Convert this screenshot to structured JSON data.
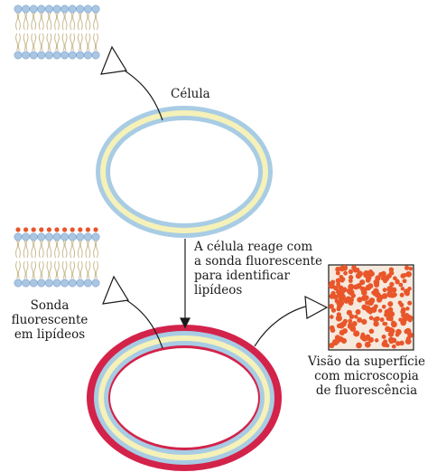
{
  "labels": {
    "cell": "Célula",
    "step": [
      "A célula reage com",
      "a sonda fluorescente",
      "para identificar",
      "lipídeos"
    ],
    "probe": [
      "Sonda",
      "fluorescente",
      "em lipídeos"
    ],
    "surface_view": [
      "Visão da superfície",
      "com microscopia",
      "de fluorescência"
    ]
  },
  "colors": {
    "membrane_outer": "#a8cce4",
    "membrane_inner": "#f5f1b8",
    "fluorescent_ring": "#d3234a",
    "lipid_head": "#a9c6e3",
    "probe_dot": "#e8562a",
    "microscopy_background": "#f6e9de",
    "microscopy_dots": "#e8562a",
    "arrow": "#1a1a1a"
  }
}
